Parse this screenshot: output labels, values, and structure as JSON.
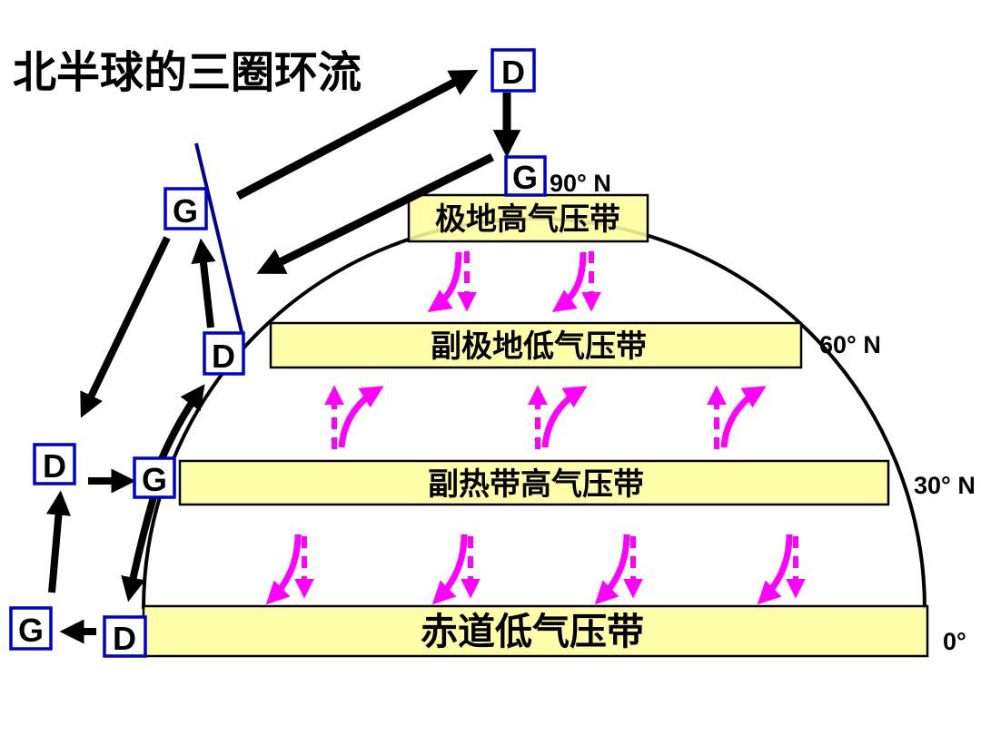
{
  "title": "北半球的三圈环流",
  "colors": {
    "background": "#FFFFFF",
    "belt_fill": "#FFFF9E",
    "belt_border": "#000000",
    "box_border": "#0000CC",
    "box_fill": "#FFFFFF",
    "black_arrow": "#000000",
    "wind_arrow_magenta": "#FF00FF",
    "annotation_line_blue": "#00008B",
    "text": "#000000"
  },
  "belts": [
    {
      "label": "极地高气压带",
      "latitude": "90° N"
    },
    {
      "label": "副极地低气压带",
      "latitude": "60° N"
    },
    {
      "label": "副热带高气压带",
      "latitude": "30° N"
    },
    {
      "label": "赤道低气压带",
      "latitude": "0°"
    }
  ],
  "pressure_boxes": [
    {
      "position": "upper-air-above-90n",
      "letter": "D"
    },
    {
      "position": "surface-90n",
      "letter": "G"
    },
    {
      "position": "upper-air-above-60n",
      "letter": "G"
    },
    {
      "position": "surface-60n",
      "letter": "D"
    },
    {
      "position": "upper-air-above-30n",
      "letter": "D"
    },
    {
      "position": "surface-30n",
      "letter": "G"
    },
    {
      "position": "upper-air-above-equator",
      "letter": "G"
    },
    {
      "position": "surface-equator",
      "letter": "D"
    }
  ]
}
